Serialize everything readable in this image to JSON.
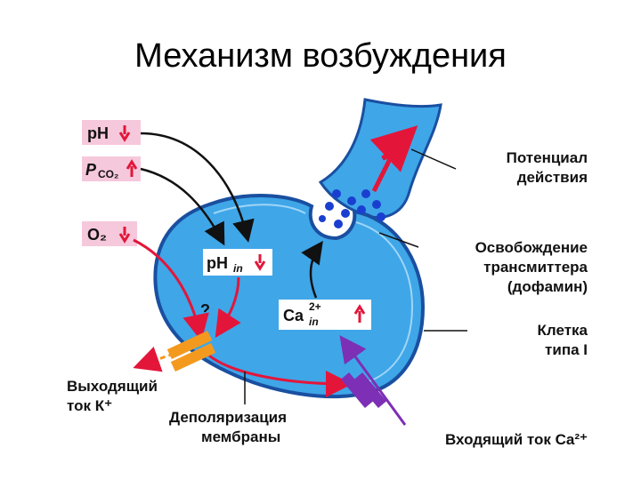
{
  "title": "Механизм возбуждения",
  "labels": {
    "ph": "pH",
    "pco2_p": "P",
    "pco2_sub": "CO₂",
    "o2": "O₂",
    "ph_in": "pH",
    "ph_in_sub": "in",
    "question": "?",
    "ca_in": "Ca",
    "ca_in_sup": "2+",
    "ca_in_sub": "in",
    "action_potential_1": "Потенциал",
    "action_potential_2": "действия",
    "release_1": "Освобождение",
    "release_2": "трансмиттера",
    "release_3": "(дофамин)",
    "cell_1": "Клетка",
    "cell_2": "типа I",
    "k_current_1": "Выходящий",
    "k_current_2": "ток К⁺",
    "depol_1": "Деполяризация",
    "depol_2": "мембраны",
    "ca_current": "Входящий ток Ca²⁺"
  },
  "colors": {
    "cell_fill": "#3fa6e8",
    "cell_stroke": "#1a4fa0",
    "box_fill": "#f6c8dc",
    "red_arrow": "#e3163a",
    "vesicle": "#1a3fd0",
    "channel": "#f39a1e",
    "ca_channel": "#7d2fb5"
  }
}
